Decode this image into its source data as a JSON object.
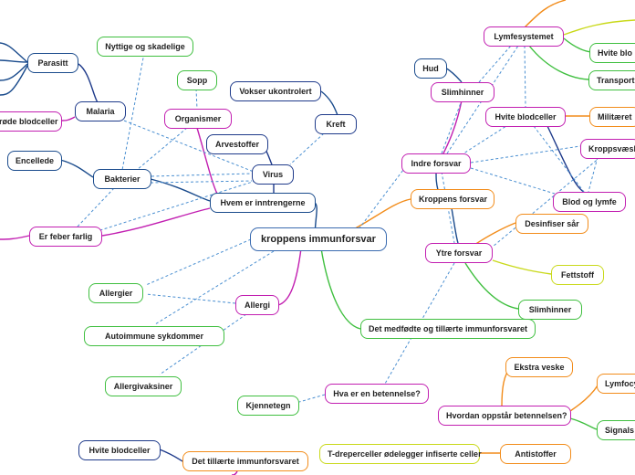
{
  "title": "kroppens immunforsvar",
  "colors": {
    "blue": "#1a4b8c",
    "navy": "#1e3a8a",
    "green": "#3fbf3f",
    "magenta": "#c21fb1",
    "orange": "#f28c1a",
    "yellow": "#c9d91a",
    "dashed_link": "#4a8fd1"
  },
  "nodes": {
    "root": "kroppens immunforsvar",
    "parasitt": "Parasitt",
    "nyttige": "Nyttige og skadelige",
    "sopp": "Sopp",
    "malaria": "Malaria",
    "organismer": "Organismer",
    "vokser": "Vokser ukontrolert",
    "kreft": "Kreft",
    "rode": "røde blodceller",
    "arvestoffer": "Arvestoffer",
    "encellede": "Encellede",
    "bakterier": "Bakterier",
    "virus": "Virus",
    "hvem": "Hvem er inntrengerne",
    "erfeber": "Er feber farlig",
    "allergier": "Allergier",
    "allergi": "Allergi",
    "autoimmune": "Autoimmune sykdommer",
    "allergivaksiner": "Allergivaksiner",
    "kjennetegn": "Kjennetegn",
    "betennelse": "Hva er en betennelse?",
    "medfodte": "Det medfødte og tillærte immunforsvaret",
    "hud": "Hud",
    "slimhinner1": "Slimhinner",
    "lymfesystemet": "Lymfesystemet",
    "hvite_blo": "Hvite blo",
    "transport": "Transport",
    "hvite_blodceller": "Hvite blodceller",
    "militaeret": "Militæret",
    "kroppsvaeske": "Kroppsvæsk",
    "indre": "Indre forsvar",
    "kroppens_forsvar": "Kroppens forsvar",
    "blod_lymfe": "Blod og lymfe",
    "desinfiser": "Desinfiser sår",
    "ytre": "Ytre forsvar",
    "fettstoff": "Fettstoff",
    "slimhinner2": "Slimhinner",
    "ekstra": "Ekstra veske",
    "lymfocy": "Lymfocy",
    "hvordan": "Hvordan oppstår betennelsen?",
    "signals": "Signals",
    "t_dreper": "T-dreperceller ødelegger infiserte celler",
    "antistoffer": "Antistoffer",
    "hvite_bottom": "Hvite blodceller",
    "tillaerte": "Det tillærte immunforsvaret"
  }
}
